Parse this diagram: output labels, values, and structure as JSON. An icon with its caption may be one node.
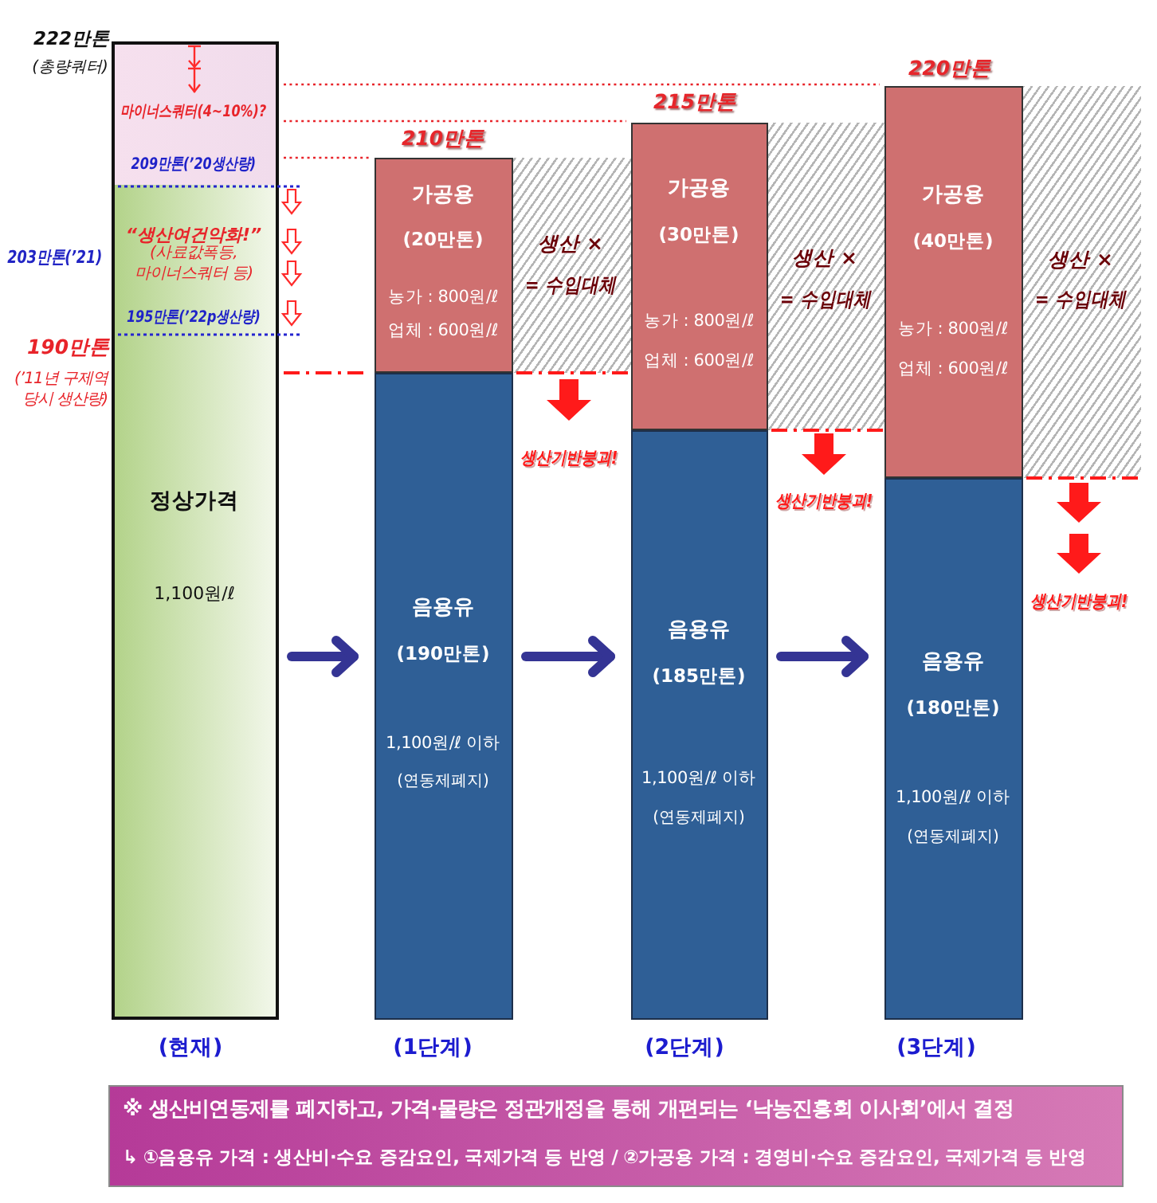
{
  "diagram": {
    "nodes": [
      {
        "text": [
          "“생산여건악화!”",
          "(사료값폭등, 마이너스쿼터 등)",
          "195만톤(’22p생산량)",
          "정상가격",
          "1,100원/ℓ"
        ],
        "beside": [
          "(현재)"
        ]
      },
      {
        "text": [
          "마이너스쿼터(4~10%)?",
          "209만톤(’20생산량)"
        ],
        "in": 0
      },
      {
        "text": [
          "가공용",
          "(20만톤)",
          "농가 : 800원/ℓ",
          "업체 : 600원/ℓ"
        ],
        "beside": [
          "210만톤"
        ]
      },
      {
        "text": [
          "생산 ×",
          "= 수입대체"
        ]
      },
      {
        "text": [
          "음용유",
          "(190만톤)",
          "1,100원/ℓ 이하",
          "(연동제폐지)"
        ],
        "beside": [
          "(1단계)"
        ]
      },
      {
        "text": [
          "가공용",
          "(30만톤)",
          "농가 : 800원/ℓ",
          "업체 : 600원/ℓ"
        ],
        "beside": [
          "215만톤"
        ]
      },
      {
        "text": [
          "생산 ×",
          "= 수입대체"
        ]
      },
      {
        "text": [
          "음용유",
          "(185만톤)",
          "1,100원/ℓ 이하",
          "(연동제폐지)"
        ],
        "beside": [
          "(2단계)"
        ]
      },
      {
        "text": [
          "가공용",
          "(40만톤)",
          "농가 : 800원/ℓ",
          "업체 : 600원/ℓ"
        ],
        "beside": [
          "220만톤"
        ]
      },
      {
        "text": [
          "생산 ×",
          "= 수입대체"
        ]
      },
      {
        "text": [
          "음용유",
          "(180만톤)",
          "1,100원/ℓ 이하",
          "(연동제폐지)"
        ],
        "beside": [
          "(3단계)"
        ]
      },
      {
        "text": [
          "※ 생산비연동제를 폐지하고, 가격·물량은 정관개정을 통해 개편되는 ‘낙농진흥회 이사회’에서 결정",
          "↳ ①음용유 가격 : 생산비·수요 증감요인, 국제가격 등 반영 / ②가공용 가격 : 경영비·수요 증감요인, 국제가격 등 반영"
        ]
      }
    ],
    "edges": [
      {
        "from": 0,
        "to": 4,
        "arrow": "to"
      },
      {
        "from": 4,
        "to": 7,
        "arrow": "to"
      },
      {
        "from": 7,
        "to": 10,
        "arrow": "to"
      }
    ],
    "labels": [
      "222만톤",
      "(총량쿼터)",
      "203만톤(’21)",
      "190만톤",
      "(’11년 구제역 당시 생산량)",
      "생산기반붕괴!",
      "생산기반붕괴!",
      "생산기반붕괴!"
    ]
  }
}
